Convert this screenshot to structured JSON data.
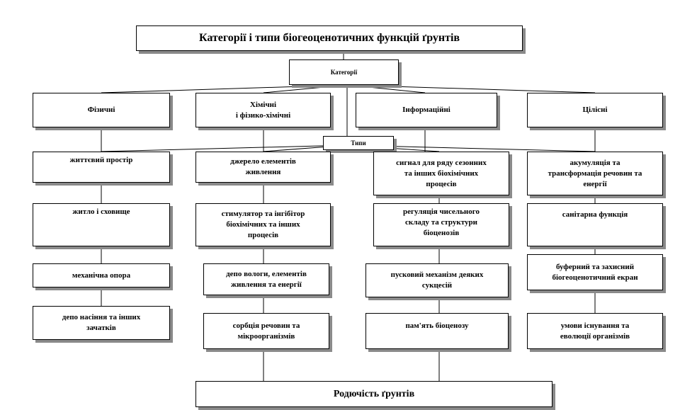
{
  "title": "Категорії і типи біогеоценотичних функцій ґрунтів",
  "categories_label": "Категорії",
  "types_label": "Типи",
  "categories": [
    "Фізичні",
    "Хімічні\nі фізико-хімічні",
    "Інформаційні",
    "Цілісні"
  ],
  "types": {
    "physical": [
      "життєвий простір",
      "житло і сховище",
      "механічна опора",
      "депо насіння та інших\nзачатків"
    ],
    "chemical": [
      "джерело елементів\nживлення",
      "стимулятор та інгібітор\nбіохімічних  та інших\nпроцесів",
      "депо вологи, елементів\nживлення та енергії",
      "сорбція речовин та\nмікроорганізмів"
    ],
    "informational": [
      "сигнал для ряду сезонних\nта інших біохімічних\nпроцесів",
      "регуляція чисельного\nскладу та структури\nбіоценозів",
      "пусковий механізм деяких\nсукцесій",
      "пам'ять біоценозу"
    ],
    "integral": [
      "акумуляція та\nтрансформація речовин та\nенергії",
      "санітарна функція",
      "буферний та захисний\nбіогеоценотичний  екран",
      "умови існування  та\nеволюції  організмів"
    ]
  },
  "footer": "Родючість ґрунтів"
}
